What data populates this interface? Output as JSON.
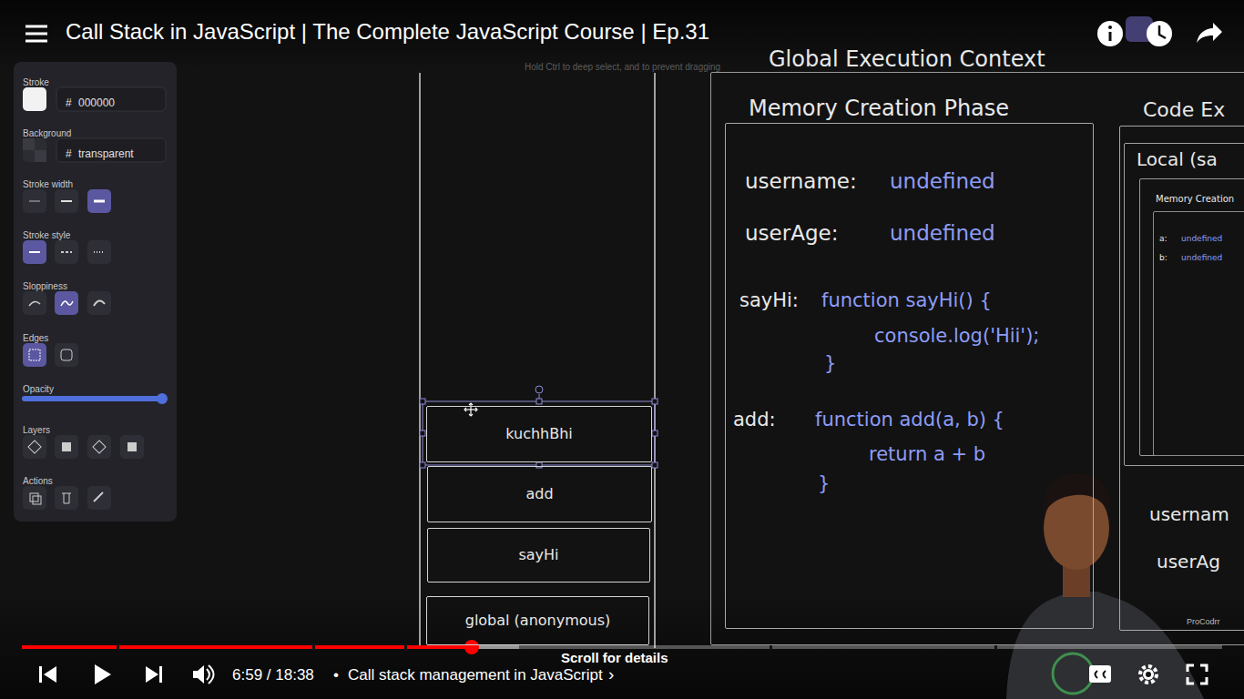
{
  "diagram": {
    "title": "Call Stack in JavaScript | The Complete JavaScript Course | Ep.31",
    "nodes": [
      {
        "text": [
          "kuchhBhi"
        ]
      },
      {
        "text": [
          "add"
        ]
      },
      {
        "text": [
          "sayHi"
        ]
      },
      {
        "text": [
          "global (anonymous)"
        ]
      },
      {
        "text": [
          "Global Execution Context"
        ]
      },
      {
        "text": [
          "Memory Creation Phase",
          "username:",
          "undefined",
          "userAge:",
          "undefined",
          "sayHi:",
          "function sayHi() {",
          "console.log('Hii');",
          "}",
          "add:",
          "function add(a, b) {",
          "return a + b",
          "}"
        ],
        "in": 4
      },
      {
        "text": [
          "Code Ex"
        ],
        "in": 4
      },
      {
        "text": [
          "Local (sa"
        ],
        "in": 6
      },
      {
        "text": [
          "Memory Creation"
        ],
        "in": 7
      },
      {
        "text": [
          "a:",
          "undefined",
          "b:",
          "undefined"
        ],
        "in": 8
      }
    ],
    "labels": [
      "Stroke",
      "#",
      "000000",
      "Background",
      "#",
      "transparent",
      "Stroke width",
      "Stroke style",
      "Sloppiness",
      "Edges",
      "Opacity",
      "Layers",
      "Actions",
      "Hold Ctrl to deep select, and to prevent dragging",
      "usernam",
      "userAg",
      "ProCodrr",
      "6:59 / 18:38",
      "•",
      "Call stack management in JavaScript",
      "›",
      "Scroll for details"
    ]
  }
}
